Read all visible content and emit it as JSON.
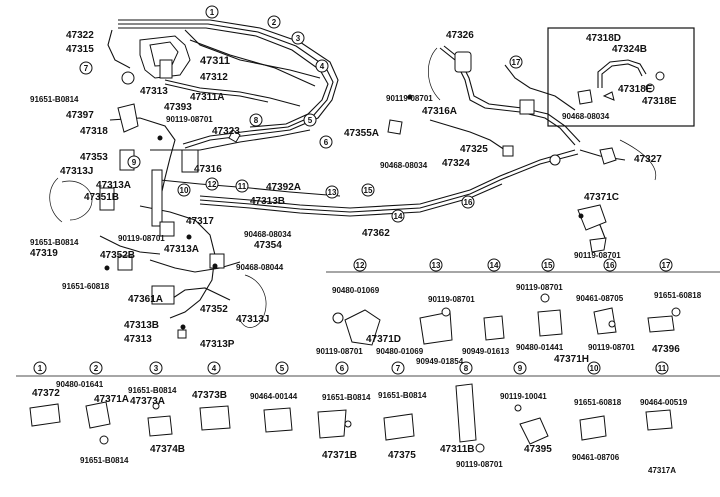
{
  "diagram": {
    "part_labels": {
      "p47322": "47322",
      "p47315": "47315",
      "p47311": "47311",
      "p47312": "47312",
      "p47313_top": "47313",
      "p47311A": "47311A",
      "p91651_B0814_a": "91651-B0814",
      "p47393": "47393",
      "p47397": "47397",
      "p90119_08701_a": "90119-08701",
      "p47318": "47318",
      "p47323": "47323",
      "p47316": "47316",
      "p47353": "47353",
      "p47313J_left": "47313J",
      "p47313A_left": "47313A",
      "p47351B": "47351B",
      "p47392A": "47392A",
      "p47313B_mid": "47313B",
      "p47317": "47317",
      "p91651_B0814_b": "91651-B0814",
      "p90119_08701_b": "90119-08701",
      "p47319": "47319",
      "p47352B": "47352B",
      "p47354": "47354",
      "p90468_08034_a": "90468-08034",
      "p47313A_mid": "47313A",
      "p90468_08044": "90468-08044",
      "p91651_60818_a": "91651-60818",
      "p47361A": "47361A",
      "p47352": "47352",
      "p47313J_mid": "47313J",
      "p47313B_low": "47313B",
      "p47313_low": "47313",
      "p47313P": "47313P",
      "p47362": "47362",
      "p47326": "47326",
      "p90119_08701_c": "90119-08701",
      "p47316A": "47316A",
      "p47355A": "47355A",
      "p47325": "47325",
      "p90468_08034_b": "90468-08034",
      "p47324": "47324",
      "p47327": "47327",
      "p47371C": "47371C",
      "p90119_08701_d": "90119-08701",
      "p47318D": "47318D",
      "p47324B": "47324B",
      "p47318E": "47318E",
      "p47318E_2": "47318E",
      "p90468_08034_c": "90468-08034"
    },
    "zoom_labels": {
      "z12_a": "90480-01069",
      "z12_b": "47371D",
      "z12_c": "90119-08701",
      "z13_a": "90119-08701",
      "z13_b": "90480-01069",
      "z13_c": "90949-01854",
      "z14_a": "90949-01613",
      "z15_a": "90119-08701",
      "z15_b": "90480-01441",
      "z15_c": "47371H",
      "z16_a": "90461-08705",
      "z16_b": "90119-08701",
      "z17_a": "91651-60818",
      "z17_b": "47396",
      "z1_a": "47372",
      "z2_a": "90480-01641",
      "z2_b": "47371A",
      "z2_c": "91651-B0814",
      "z3_a": "91651-B0814",
      "z3_b": "47373A",
      "z3_c": "47374B",
      "z4_a": "47373B",
      "z5_a": "90464-00144",
      "z6_a": "91651-B0814",
      "z6_b": "47371B",
      "z7_a": "91651-B0814",
      "z7_b": "47375",
      "z8_a": "47311B",
      "z8_b": "90119-08701",
      "z9_a": "90119-10041",
      "z9_b": "47395",
      "z10_a": "91651-60818",
      "z10_b": "90461-08706",
      "z11_a": "90464-00519",
      "ref": "47317A"
    },
    "callouts": [
      "1",
      "2",
      "3",
      "4",
      "5",
      "6",
      "7",
      "8",
      "9",
      "10",
      "11",
      "12",
      "13",
      "14",
      "15",
      "16",
      "17"
    ]
  }
}
